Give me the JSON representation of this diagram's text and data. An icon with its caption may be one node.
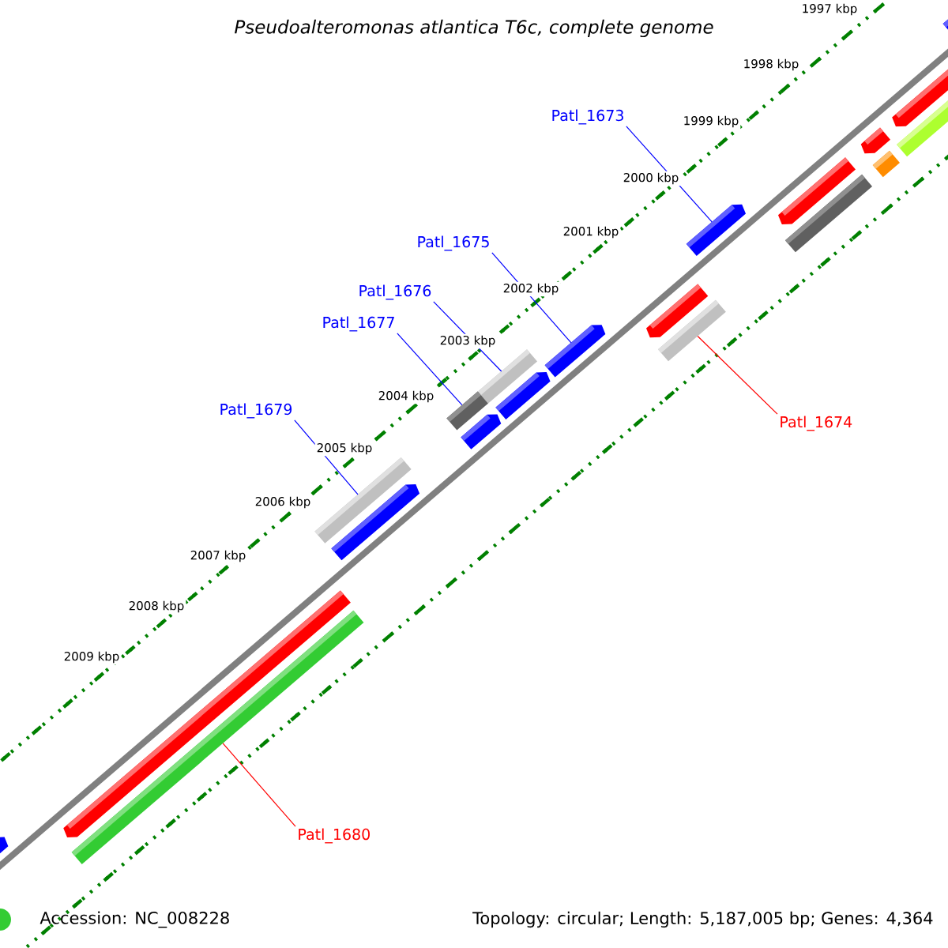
{
  "diagram": {
    "title": "*Pseudoalteromonas atlantica* T6c, complete genome",
    "nodes": [
      {
        "text": [
          "Patl_1673"
        ]
      },
      {
        "text": [],
        "shape": "bar"
      },
      {
        "text": [
          "Patl_1675"
        ]
      },
      {
        "text": [],
        "shape": "bar"
      },
      {
        "text": [
          "Patl_1676"
        ]
      },
      {
        "text": [],
        "shape": "bar"
      },
      {
        "text": [
          "Patl_1677"
        ]
      },
      {
        "text": [],
        "shape": "bar"
      },
      {
        "text": [
          "Patl_1674"
        ]
      },
      {
        "text": [],
        "shape": "bar"
      },
      {
        "text": [
          "Patl_1679"
        ]
      },
      {
        "text": [],
        "shape": "bar"
      },
      {
        "text": [
          "Patl_1680"
        ]
      },
      {
        "text": [],
        "shape": "bar"
      },
      {
        "text": [],
        "shape": "bar"
      },
      {
        "text": [],
        "shape": "bar"
      },
      {
        "text": [],
        "shape": "bar"
      },
      {
        "text": [],
        "shape": "bar"
      },
      {
        "text": [],
        "shape": "bar"
      },
      {
        "text": [],
        "shape": "bar"
      },
      {
        "text": [],
        "shape": "bar"
      },
      {
        "text": [],
        "shape": "bar"
      },
      {
        "text": [],
        "shape": "bar"
      },
      {
        "text": [],
        "shape": "bar"
      },
      {
        "text": [],
        "shape": "bar"
      },
      {
        "text": [],
        "shape": "bar"
      },
      {
        "text": [],
        "shape": "bar"
      }
    ],
    "edges": [
      {
        "from": 0,
        "to": 1,
        "arrow": "none"
      },
      {
        "from": 2,
        "to": 3,
        "arrow": "none"
      },
      {
        "from": 4,
        "to": 16,
        "arrow": "none"
      },
      {
        "from": 6,
        "to": 17,
        "arrow": "none"
      },
      {
        "from": 8,
        "to": 20,
        "arrow": "none",
        "color": "#ff0000"
      },
      {
        "from": 10,
        "to": 18,
        "arrow": "none"
      },
      {
        "from": 12,
        "to": 19,
        "arrow": "none",
        "color": "#ff0000"
      }
    ],
    "labels": [
      "1997 kbp",
      "1998 kbp",
      "1999 kbp",
      "2000 kbp",
      "2001 kbp",
      "2002 kbp",
      "2003 kbp",
      "2004 kbp",
      "2005 kbp",
      "2006 kbp",
      "2007 kbp",
      "2008 kbp",
      "2009 kbp",
      "Accession: NC_008228",
      "Topology: circular; Length: 5,187,005 bp; Genes: 4,364"
    ]
  }
}
